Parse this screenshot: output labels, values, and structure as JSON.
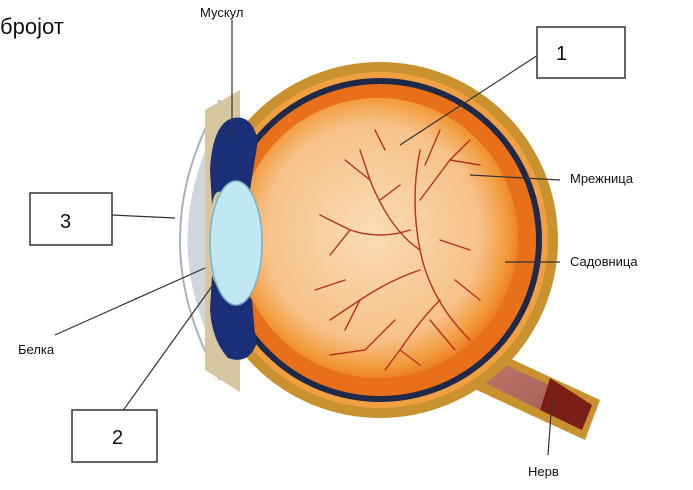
{
  "cut_text": "бројот",
  "labels": {
    "muscle": "Мускул",
    "retina": "Мрежница",
    "choroid": "Садовница",
    "sclera": "Белка",
    "nerve": "Нерв"
  },
  "boxes": [
    "1",
    "2",
    "3"
  ],
  "colors": {
    "sclera_outer": "#c9922e",
    "choroid_band": "#1f2a4a",
    "retina_orange": "#f08a1c",
    "vitreous": "#f8cfa0",
    "lens": "#bfe8f2",
    "muscle": "#1a2f77",
    "cornea": "#cfd6de",
    "vessels": "#b4321e"
  }
}
